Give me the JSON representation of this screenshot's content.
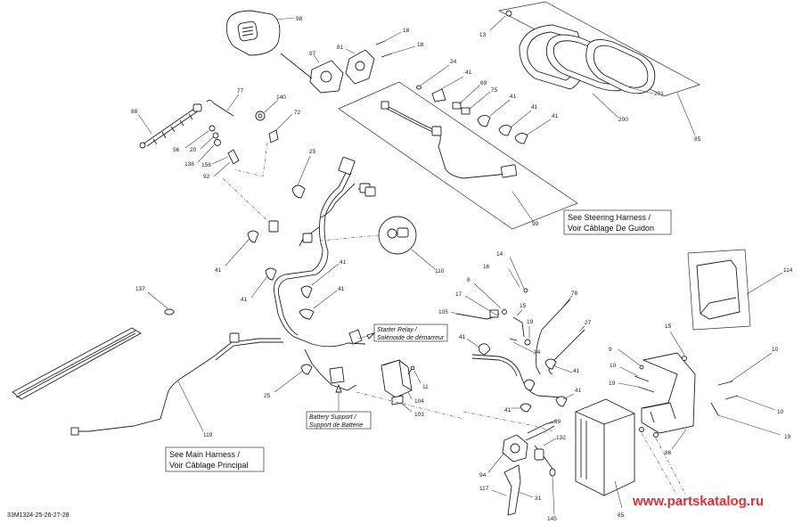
{
  "drawing_code": "33M1324-25-26-27-28",
  "watermark": "www.partskatalog.ru",
  "notes": {
    "steering_line1": "See Steering Harness /",
    "steering_line2": "Voir Câblage De Guidon",
    "main_line1": "See Main Harness /",
    "main_line2": "Voir Câblage Principal",
    "starter_line1": "Starter Relay /",
    "starter_line2": "Solénoide de démarreur",
    "battery_line1": "Battery Support /",
    "battery_line2": "Support de Batterie"
  },
  "callouts": {
    "c98": "98",
    "c97": "97",
    "c81": "81",
    "c18a": "18",
    "c18b": "18",
    "c13": "13",
    "c201": "201",
    "c200": "200",
    "c85": "85",
    "c24": "24",
    "c41a": "41",
    "c69": "69",
    "c75": "75",
    "c41b": "41",
    "c41c": "41",
    "c41d": "41",
    "c99": "99",
    "c77": "77",
    "c140": "140",
    "c88": "88",
    "c72": "72",
    "c56": "56",
    "c20": "20",
    "c138": "138",
    "c156": "156",
    "c92": "92",
    "c25a": "25",
    "c41e": "41",
    "c110": "110",
    "c41f": "41",
    "c41g": "41",
    "c41h": "41",
    "c137": "137",
    "c119": "119",
    "c25b": "25",
    "c11": "11",
    "c104": "104",
    "c103": "103",
    "c14": "14",
    "c16": "16",
    "c8": "8",
    "c17": "17",
    "c105": "105",
    "c15a": "15",
    "c19a": "19",
    "c78": "78",
    "c27": "27",
    "c41i": "41",
    "c14b": "14",
    "c41j": "41",
    "c41k": "41",
    "c41l": "41",
    "c39": "39",
    "c132": "132",
    "c94": "94",
    "c117": "117",
    "c31": "31",
    "c145": "145",
    "c65": "65",
    "c114": "114",
    "c15b": "15",
    "c9": "9",
    "c10a": "10",
    "c19b": "19",
    "c10b": "10",
    "c10c": "10",
    "c19c": "19",
    "c86": "86"
  }
}
